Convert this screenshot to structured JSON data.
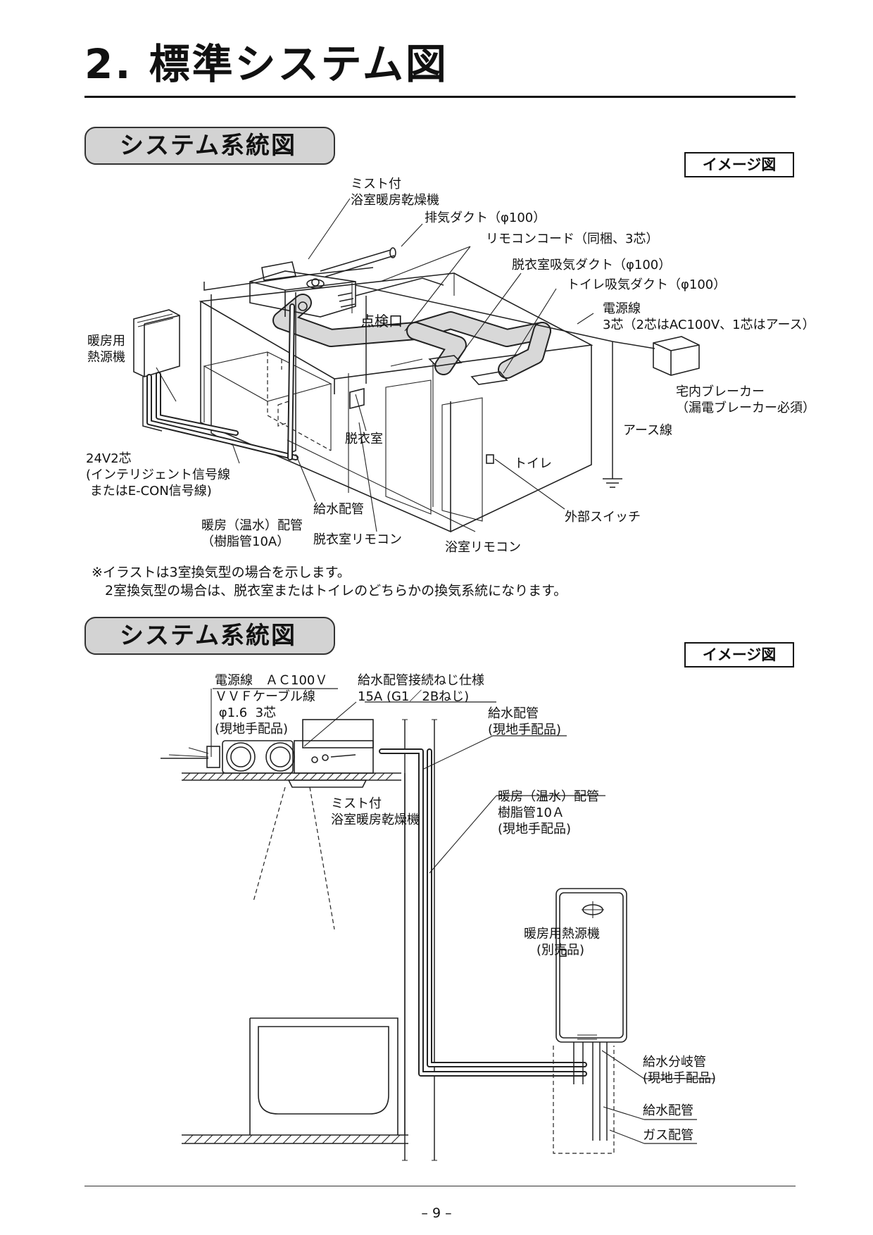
{
  "page": {
    "title": "2. 標準システム図",
    "page_number": "– 9 –"
  },
  "section1": {
    "heading": "システム系統図",
    "image_tag": "イメージ図",
    "labels": {
      "mist_unit": "ミスト付\n浴室暖房乾燥機",
      "exhaust_duct": "排気ダクト（φ100）",
      "remote_cord": "リモコンコード（同梱、3芯）",
      "dressing_duct": "脱衣室吸気ダクト（φ100）",
      "toilet_duct": "トイレ吸気ダクト（φ100）",
      "power_line": "電源線\n3芯（2芯はAC100V、1芯はアース）",
      "heat_source": "暖房用\n熱源機",
      "inspection_port": "点検口",
      "breaker": "宅内ブレーカー\n（漏電ブレーカー必須）",
      "earth_line": "アース線",
      "dressing_room": "脱衣室",
      "toilet": "トイレ",
      "signal_line": "24V2芯\n(インテリジェント信号線\n またはE-CON信号線)",
      "water_pipe": "給水配管",
      "external_switch": "外部スイッチ",
      "heating_pipe": "暖房（温水）配管\n（樹脂管10A）",
      "dressing_remote": "脱衣室リモコン",
      "bath_remote": "浴室リモコン"
    },
    "notes": [
      "※イラストは3室換気型の場合を示します。",
      "　2室換気型の場合は、脱衣室またはトイレのどちらかの換気系統になります。"
    ]
  },
  "section2": {
    "heading": "システム系統図",
    "image_tag": "イメージ図",
    "labels": {
      "power_cable": "電源線　ＡＣ100Ｖ\nＶＶＦケーブル線\n φ1.6  3芯\n(現地手配品)",
      "thread_spec": "給水配管接続ねじ仕様\n15A (G1／2Bねじ)",
      "water_pipe": "給水配管\n(現地手配品)",
      "mist_unit": "ミスト付\n浴室暖房乾燥機",
      "heating_pipe": "暖房（温水）配管\n樹脂管10Ａ\n(現地手配品)",
      "heat_source": "暖房用熱源機\n　(別売品)",
      "branch_pipe": "給水分岐管\n(現地手配品)",
      "water_pipe_2": "給水配管",
      "gas_pipe": "ガス配管"
    }
  },
  "icons": [
    "earth-ground-icon",
    "hatch-pattern",
    "remote-control-icon",
    "switch-icon"
  ]
}
